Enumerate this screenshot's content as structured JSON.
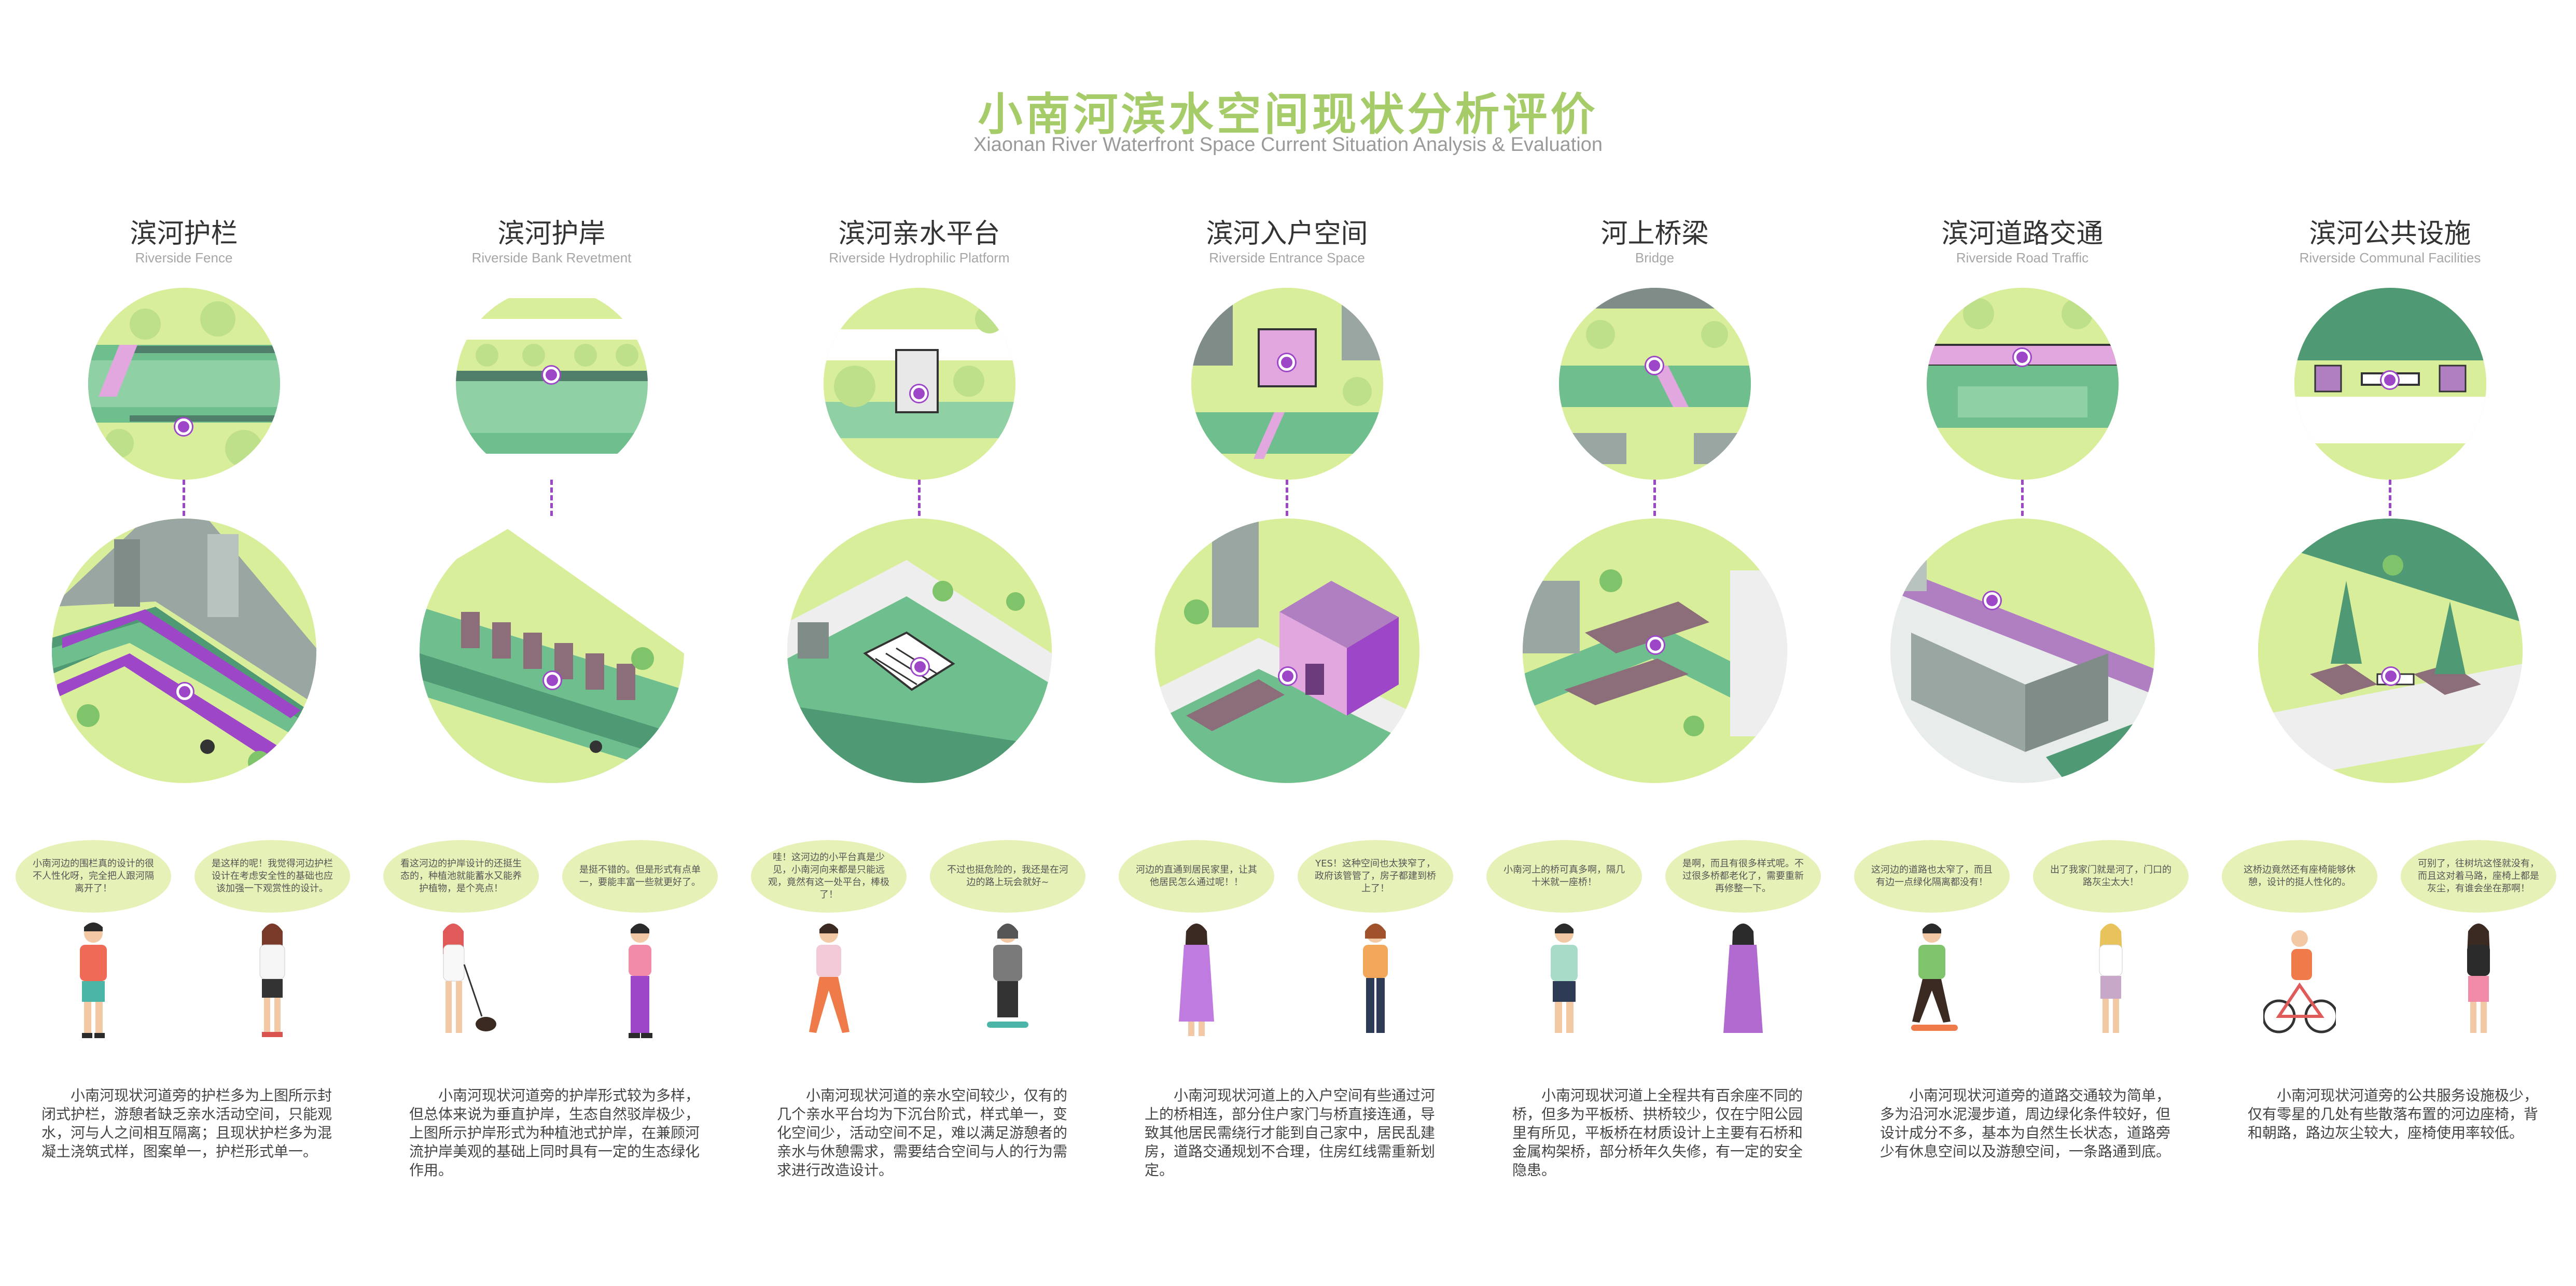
{
  "title": {
    "zh": "小南河滨水空间现状分析评价",
    "en": "Xiaonan River Waterfront Space Current Situation Analysis & Evaluation"
  },
  "colors": {
    "accent_green": "#a6cc6a",
    "light_green": "#d9ee9b",
    "water_green": "#6fbf8e",
    "deep_green": "#4f9a74",
    "purple": "#9d47c8",
    "pink": "#e3a7e0",
    "grey": "#9aa6a2",
    "bubble": "#e6f1b8"
  },
  "columns": [
    {
      "zh": "滨河护栏",
      "en": "Riverside Fence",
      "bubble_left": "小南河边的围栏真的设计的很不人性化呀，完全把人跟河隔离开了！",
      "bubble_right": "是这样的呢！我觉得河边护栏设计在考虑安全性的基础也应该加强一下观赏性的设计。",
      "desc": "小南河现状河道旁的护栏多为上图所示封闭式护栏，游憩者缺乏亲水活动空间，只能观水，河与人之间相互隔离；且现状护栏多为混凝土浇筑式样，图案单一，护栏形式单一。"
    },
    {
      "zh": "滨河护岸",
      "en": "Riverside Bank Revetment",
      "bubble_left": "看这河边的护岸设计的还挺生态的，种植池就能蓄水又能养护植物，是个亮点！",
      "bubble_right": "是挺不错的。但是形式有点单一，要能丰富一些就更好了。",
      "desc": "小南河现状河道旁的护岸形式较为多样，但总体来说为垂直护岸，生态自然驳岸极少，上图所示护岸形式为种植池式护岸，在兼顾河流护岸美观的基础上同时具有一定的生态绿化作用。"
    },
    {
      "zh": "滨河亲水平台",
      "en": "Riverside Hydrophilic Platform",
      "bubble_left": "哇！这河边的小平台真是少见，小南河向来都是只能远观，竟然有这一处平台，棒极了！",
      "bubble_right": "不过也挺危险的，我还是在河边的路上玩会就好~",
      "desc": "小南河现状河道的亲水空间较少，仅有的几个亲水平台均为下沉台阶式，样式单一，变化空间少，活动空间不足，难以满足游憩者的亲水与休憩需求，需要结合空间与人的行为需求进行改造设计。"
    },
    {
      "zh": "滨河入户空间",
      "en": "Riverside Entrance Space",
      "bubble_left": "河边的直通到居民家里，让其他居民怎么通过呢！！",
      "bubble_right": "YES！这种空间也太狭窄了，政府该管管了，房子都建到桥上了！",
      "desc": "小南河现状河道上的入户空间有些通过河上的桥相连，部分住户家门与桥直接连通，导致其他居民需绕行才能到自己家中，居民乱建房，道路交通规划不合理，住房红线需重新划定。"
    },
    {
      "zh": "河上桥梁",
      "en": "Bridge",
      "bubble_left": "小南河上的桥可真多啊，隔几十米就一座桥！",
      "bubble_right": "是啊，而且有很多样式呢。不过很多桥都老化了，需要重新再修整一下。",
      "desc": "小南河现状河道上全程共有百余座不同的桥，但多为平板桥、拱桥较少，仅在宁阳公园里有所见，平板桥在材质设计上主要有石桥和金属构架桥，部分桥年久失修，有一定的安全隐患。"
    },
    {
      "zh": "滨河道路交通",
      "en": "Riverside Road Traffic",
      "bubble_left": "这河边的道路也太窄了，而且有边一点绿化隔离都没有！",
      "bubble_right": "出了我家门就是河了，门口的路灰尘太大！",
      "desc": "小南河现状河道旁的道路交通较为简单，多为沿河水泥漫步道，周边绿化条件较好，但设计成分不多，基本为自然生长状态，道路旁少有休息空间以及游憩空间，一条路通到底。"
    },
    {
      "zh": "滨河公共设施",
      "en": "Riverside Communal Facilities",
      "bubble_left": "这桥边竟然还有座椅能够休憩，设计的挺人性化的。",
      "bubble_right": "可别了，往树坑这怪就没有，而且这对着马路，座椅上都是灰尘，有谁会坐在那啊！",
      "desc": "小南河现状河道旁的公共服务设施极少，仅有零星的几处有些散落布置的河边座椅，背和朝路，路边灰尘较大，座椅使用率较低。"
    }
  ]
}
